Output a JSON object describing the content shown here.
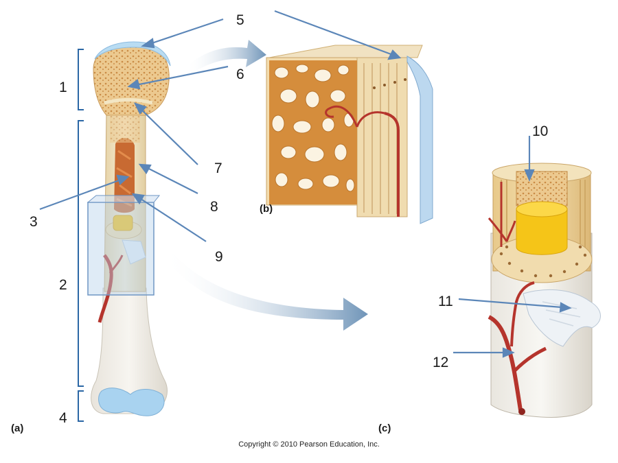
{
  "labels": {
    "n1": "1",
    "n2": "2",
    "n3": "3",
    "n4": "4",
    "n5": "5",
    "n6": "6",
    "n7": "7",
    "n8": "8",
    "n9": "9",
    "n10": "10",
    "n11": "11",
    "n12": "12"
  },
  "panels": {
    "a": "(a)",
    "b": "(b)",
    "c": "(c)"
  },
  "copyright": "Copyright © 2010 Pearson Education, Inc.",
  "colors": {
    "leader": "#5b86b8",
    "bone_shaft": "#efe3c6",
    "spongy": "#d99a4e",
    "marrow_yellow": "#f5c518",
    "vessel": "#b8302a",
    "cartilage": "#9ec9e8",
    "periosteum": "#dfe9f2"
  }
}
